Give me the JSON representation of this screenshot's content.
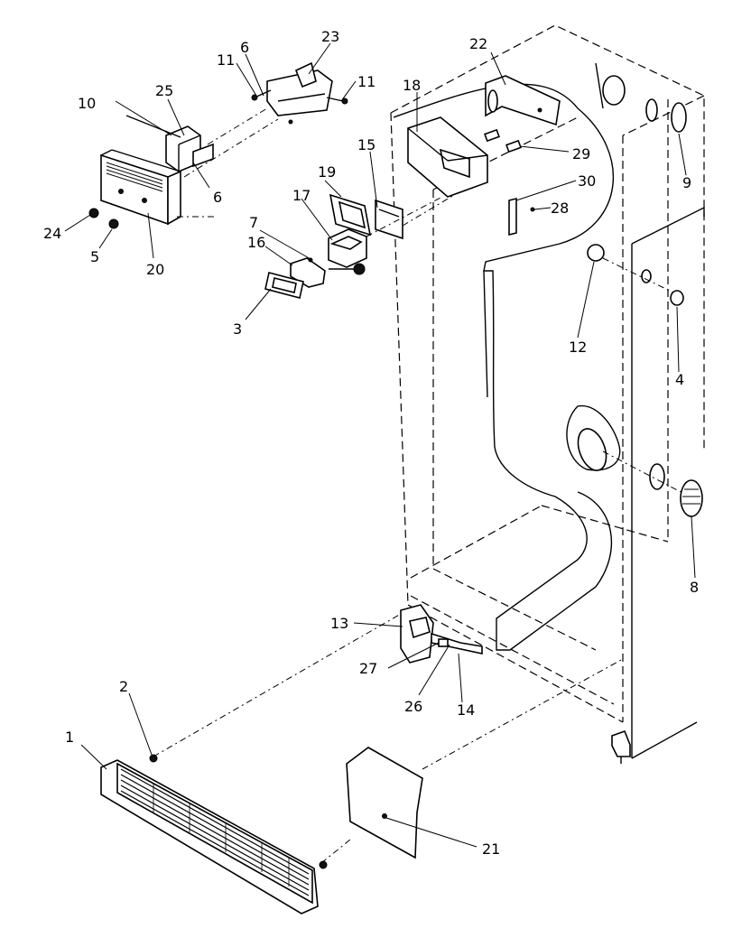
{
  "callouts": [
    "1",
    "2",
    "3",
    "4",
    "5",
    "6",
    "6",
    "7",
    "8",
    "9",
    "10",
    "11",
    "11",
    "12",
    "13",
    "14",
    "15",
    "16",
    "17",
    "18",
    "19",
    "20",
    "21",
    "22",
    "23",
    "24",
    "25",
    "26",
    "27",
    "28",
    "29",
    "30"
  ]
}
